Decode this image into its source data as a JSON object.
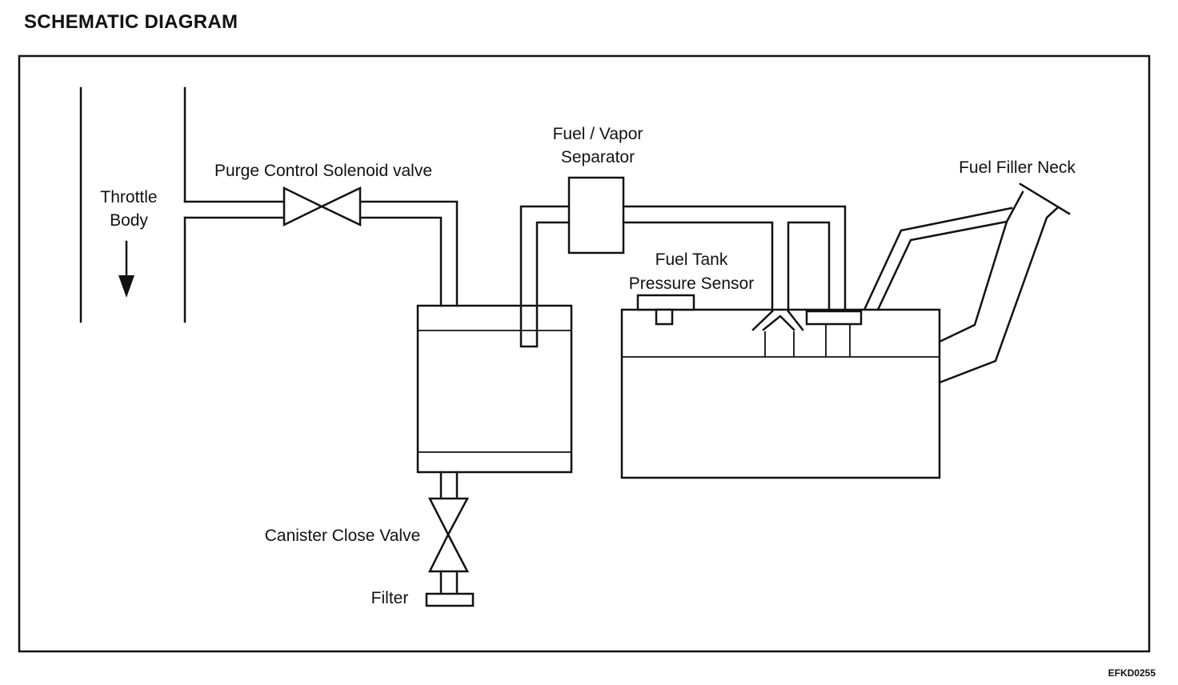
{
  "header": {
    "title": "SCHEMATIC DIAGRAM"
  },
  "footer": {
    "figure_code": "EFKD0255"
  },
  "labels": {
    "throttle_body_line1": "Throttle",
    "throttle_body_line2": "Body",
    "purge_control_solenoid_valve": "Purge Control Solenoid valve",
    "fuel_vapor_separator_line1": "Fuel / Vapor",
    "fuel_vapor_separator_line2": "Separator",
    "fuel_tank_pressure_sensor_line1": "Fuel Tank",
    "fuel_tank_pressure_sensor_line2": "Pressure Sensor",
    "fuel_filler_neck": "Fuel Filler Neck",
    "canister_close_valve": "Canister Close Valve",
    "filter": "Filter"
  }
}
